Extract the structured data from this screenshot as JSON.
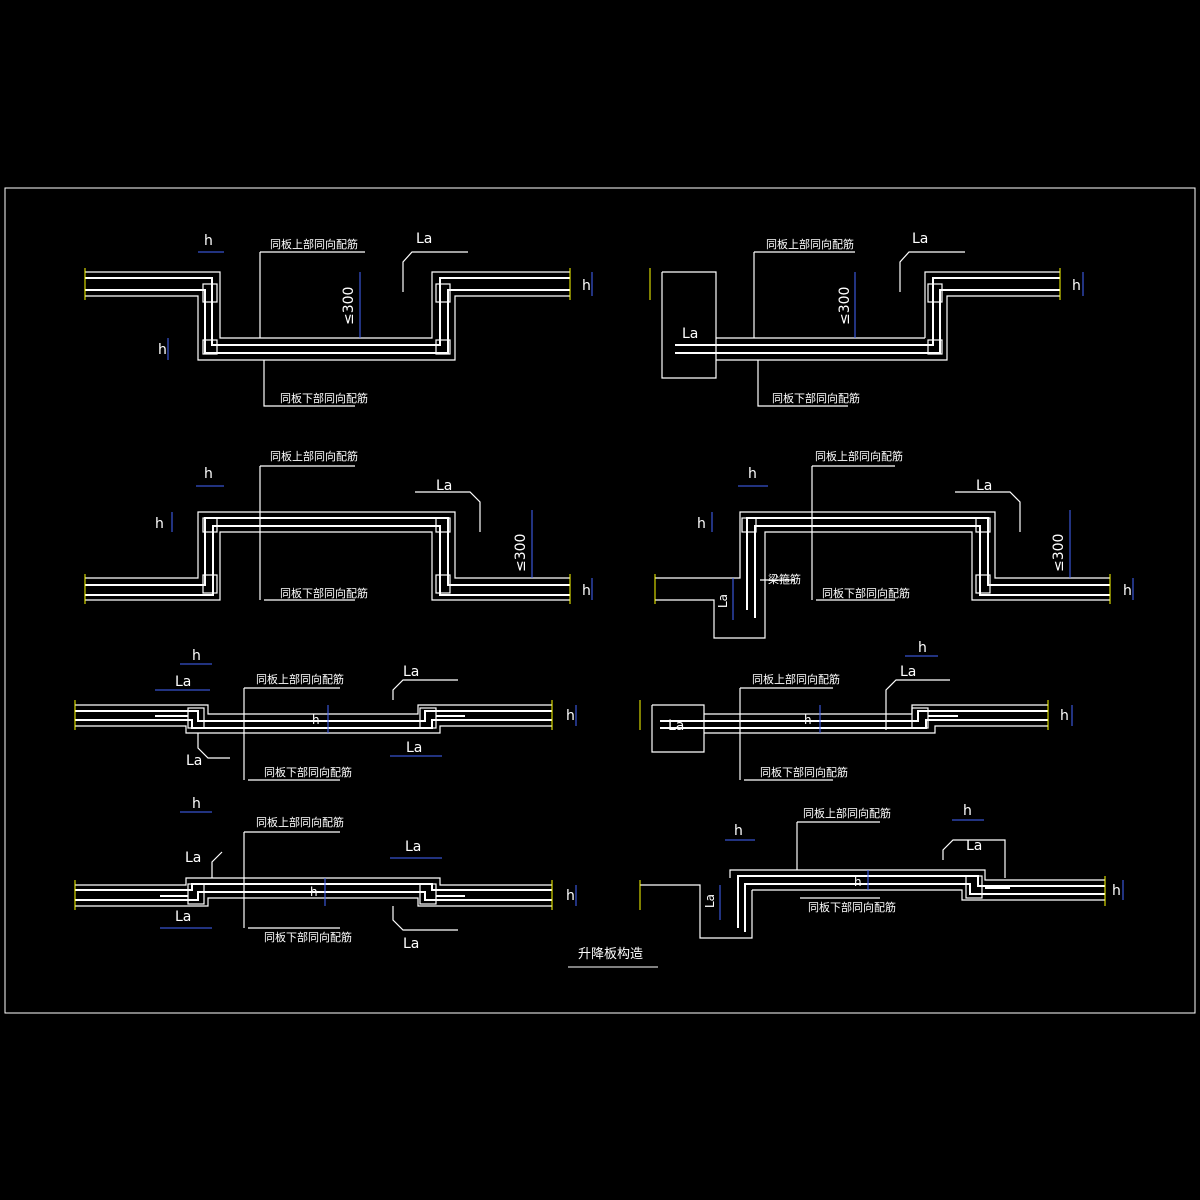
{
  "colors": {
    "background": "#000000",
    "border": "#ffffff",
    "slab": "#ffffff",
    "rebar": "#ffffff",
    "dimension": "#0000ff",
    "break_mark": "#ffff00",
    "text": "#ffffff"
  },
  "labels": {
    "h": "h",
    "la": "La",
    "la_lower": "La",
    "le300": "≤300",
    "top_rebar": "同板上部同向配筋",
    "bottom_rebar": "同板下部同向配筋",
    "beam_rebar": "梁箍筋",
    "title": "升降板构造"
  }
}
